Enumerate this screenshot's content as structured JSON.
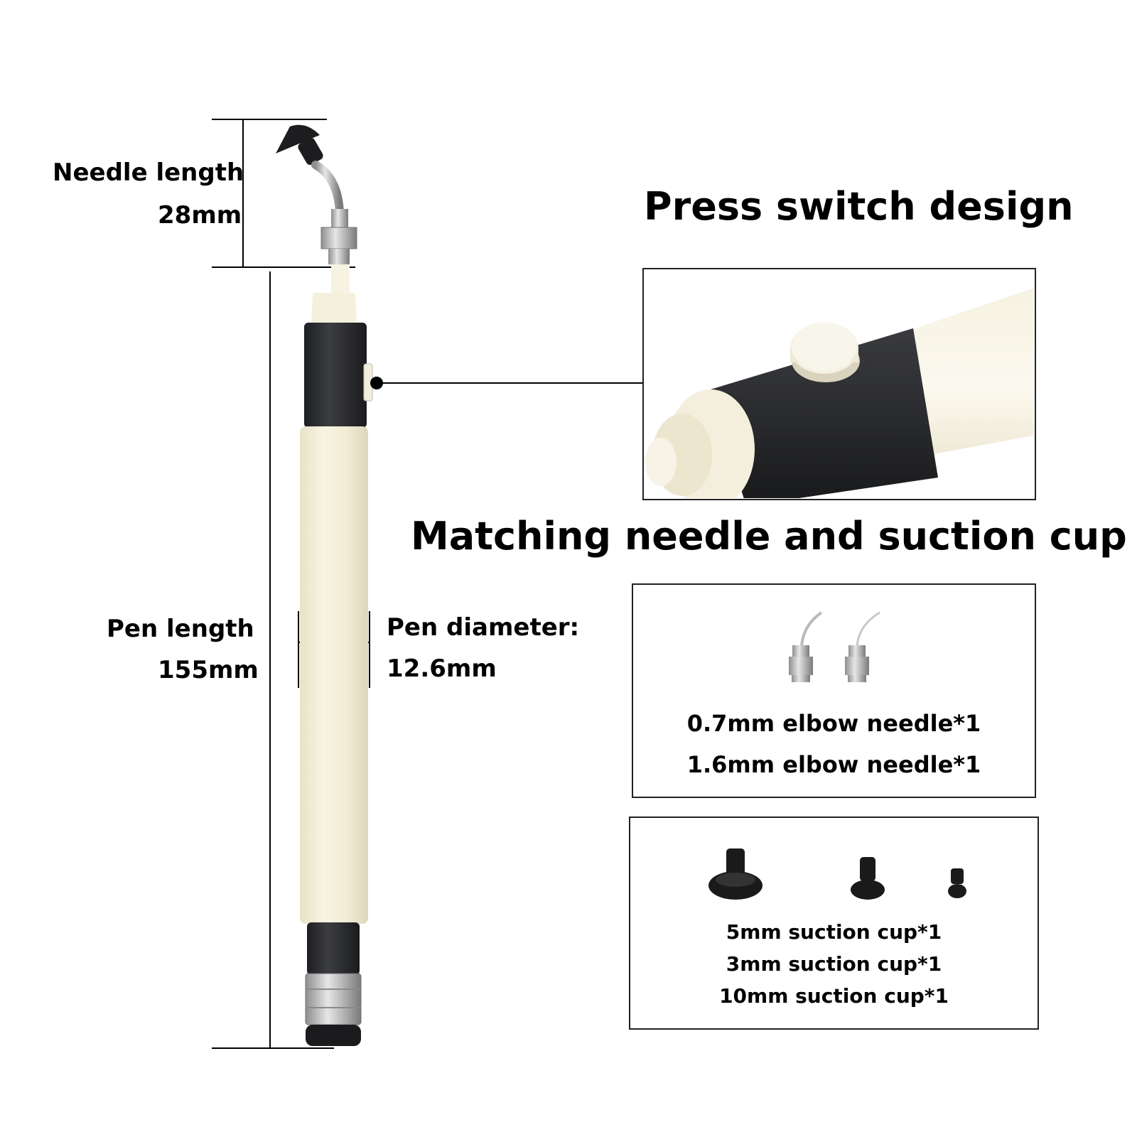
{
  "dimensions": {
    "needle_label": "Needle length",
    "needle_value": "28mm",
    "pen_length_label": "Pen length",
    "pen_length_value": "155mm",
    "pen_diameter_label": "Pen diameter:",
    "pen_diameter_value": "12.6mm"
  },
  "sections": {
    "switch_title": "Press switch design",
    "accessories_title": "Matching needle and suction cup"
  },
  "needles": [
    "0.7mm elbow needle*1",
    "1.6mm elbow needle*1"
  ],
  "suction_cups": [
    "5mm suction cup*1",
    "3mm suction cup*1",
    "10mm suction cup*1"
  ],
  "colors": {
    "pen_body": "#f3eedb",
    "pen_band": "#2f3033",
    "metal": "#c9c9c9",
    "text": "#000000"
  }
}
